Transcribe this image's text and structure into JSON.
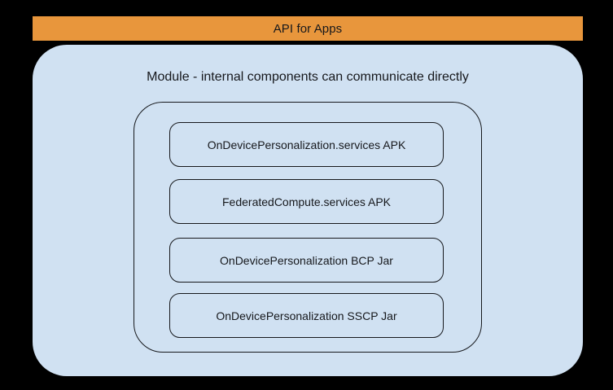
{
  "colors": {
    "background": "#000000",
    "banner": "#E8963C",
    "panel": "#D0E1F2",
    "outline": "#16181C",
    "text": "#16181C"
  },
  "banner": {
    "label": "API for Apps"
  },
  "module": {
    "caption": "Module - internal components can communicate directly",
    "components": [
      {
        "label": "OnDevicePersonalization.services APK"
      },
      {
        "label": "FederatedCompute.services APK"
      },
      {
        "label": "OnDevicePersonalization BCP Jar"
      },
      {
        "label": "OnDevicePersonalization SSCP Jar"
      }
    ]
  }
}
